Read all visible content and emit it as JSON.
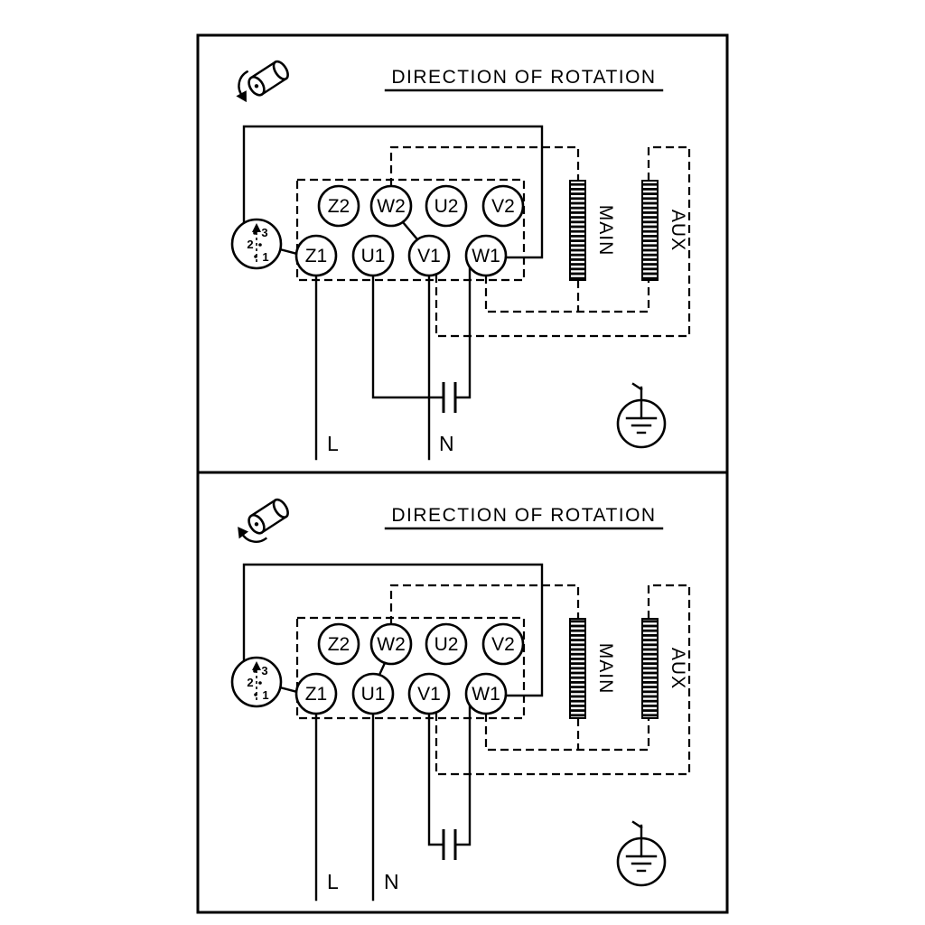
{
  "diagram": {
    "background_color": "#ffffff",
    "line_color": "#000000"
  },
  "panels": [
    {
      "title": "DIRECTION OF ROTATION",
      "terminals_top": [
        "Z2",
        "W2",
        "U2",
        "V2"
      ],
      "terminals_bottom": [
        "Z1",
        "U1",
        "V1",
        "W1"
      ],
      "winding_main": "MAIN",
      "winding_aux": "AUX",
      "line_label": "L",
      "neutral_label": "N",
      "switch_positions": [
        "3",
        "2",
        "1"
      ]
    },
    {
      "title": "DIRECTION OF ROTATION",
      "terminals_top": [
        "Z2",
        "W2",
        "U2",
        "V2"
      ],
      "terminals_bottom": [
        "Z1",
        "U1",
        "V1",
        "W1"
      ],
      "winding_main": "MAIN",
      "winding_aux": "AUX",
      "line_label": "L",
      "neutral_label": "N",
      "switch_positions": [
        "3",
        "2",
        "1"
      ]
    }
  ]
}
